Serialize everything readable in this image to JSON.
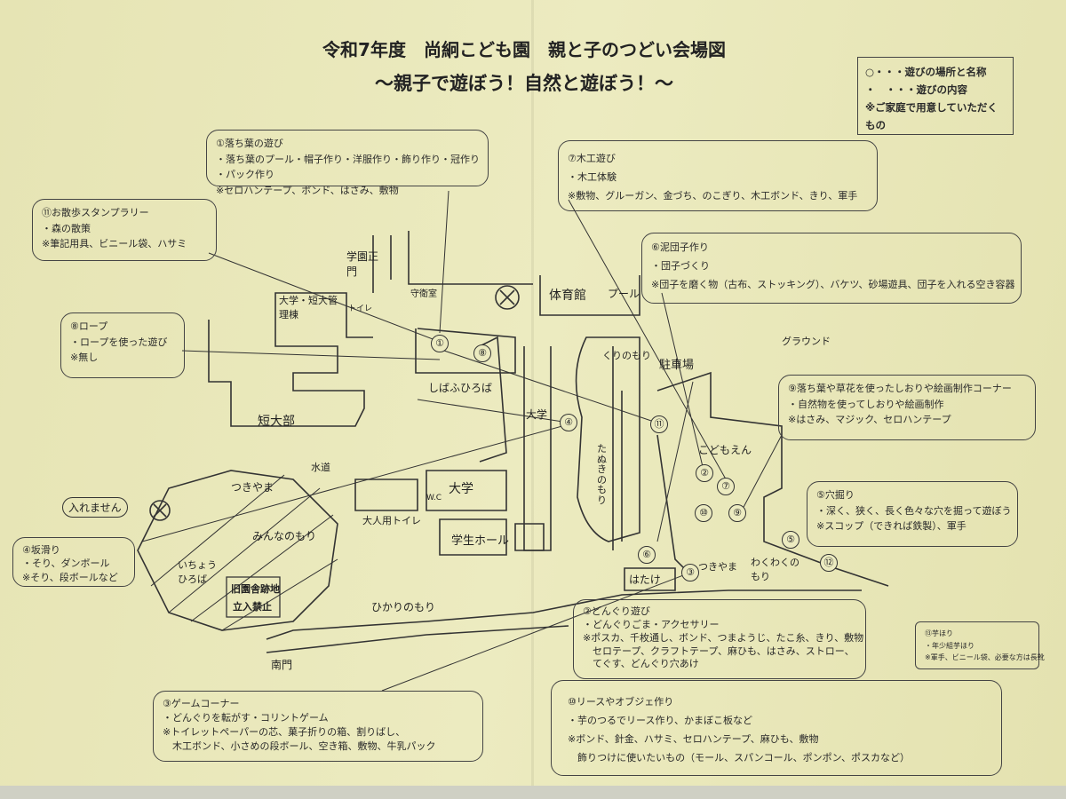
{
  "title": "令和7年度　尚絅こども園　親と子のつどい会場図",
  "subtitle": "～親子で遊ぼう！自然と遊ぼう！～",
  "legend": [
    "○・・・遊びの場所と名称",
    "・　・・・遊びの内容",
    "※ご家庭で用意していただくもの"
  ],
  "boxes": {
    "b1": [
      "①落ち葉の遊び",
      "・落ち葉のプール・帽子作り・洋服作り・飾り作り・冠作り",
      "・パック作り",
      "※セロハンテープ、ボンド、はさみ、敷物"
    ],
    "b7": [
      "⑦木工遊び",
      "・木工体験",
      "※敷物、グルーガン、金づち、のこぎり、木工ボンド、きり、軍手"
    ],
    "b11": [
      "⑪お散歩スタンプラリー",
      "・森の散策",
      "※筆記用具、ビニール袋、ハサミ"
    ],
    "b6": [
      "⑥泥団子作り",
      "・団子づくり",
      "※団子を磨く物（古布、ストッキング）、バケツ、砂場遊具、団子を入れる空き容器"
    ],
    "b8": [
      "⑧ロープ",
      "・ロープを使った遊び",
      "※無し"
    ],
    "b9": [
      "⑨落ち葉や草花を使ったしおりや絵画制作コーナー",
      "・自然物を使ってしおりや絵画制作",
      "※はさみ、マジック、セロハンテープ"
    ],
    "b5": [
      "⑤穴掘り",
      "・深く、狭く、長く色々な穴を掘って遊ぼう",
      "※スコップ（できれば鉄製）、軍手"
    ],
    "b4": [
      "④坂滑り",
      "・そり、ダンボール",
      "※そり、段ボールなど"
    ],
    "b2": [
      "②どんぐり遊び",
      "・どんぐりごま・アクセサリー",
      "※ポスカ、千枚通し、ボンド、つまようじ、たこ糸、きり、敷物",
      "　セロテープ、クラフトテープ、麻ひも、はさみ、ストロー、",
      "　てぐす、どんぐり穴あけ"
    ],
    "b13": [
      "⑬芋ほり",
      "・年少組芋ほり",
      "※軍手、ビニール袋、必要な方は長靴"
    ],
    "b3": [
      "③ゲームコーナー",
      "・どんぐりを転がす・コリントゲーム",
      "※トイレットペーパーの芯、菓子折りの箱、割りばし、",
      "　木工ボンド、小さめの段ボール、空き箱、敷物、牛乳パック"
    ],
    "b10": [
      "⑩リースやオブジェ作り",
      "・芋のつるでリース作り、かまぼこ板など",
      "※ボンド、針金、ハサミ、セロハンテープ、麻ひも、敷物",
      "　飾りつけに使いたいもの（モール、スパンコール、ポンポン、ポスカなど）"
    ]
  },
  "places": {
    "gate": "学園正門",
    "guard": "守衛室",
    "admin": "大学・短大管理棟",
    "toilet": "トイレ",
    "gym": "体育館",
    "pool": "プール",
    "kuri": "くりのもり",
    "parking": "駐車場",
    "ground": "グラウンド",
    "shiba": "しばふひろば",
    "univ1": "大学",
    "tandai": "短大部",
    "water": "水道",
    "tsukiyama1": "つきやま",
    "minna": "みんなのもり",
    "icho": "いちょうひろば",
    "old": "旧園舎跡地",
    "noentry": "立入禁止",
    "adult_wc": "大人用トイレ",
    "wc": "W.C",
    "univ2": "大学",
    "hall": "学生ホール",
    "hikari": "ひかりのもり",
    "tanuki": "たぬきのもり",
    "kodomo": "こどもえん",
    "hatake": "はたけ",
    "tsukiyama2": "つきやま",
    "wakuwaku": "わくわくのもり",
    "south": "南門",
    "cannot": "入れません"
  },
  "markers": [
    "①",
    "②",
    "③",
    "④",
    "⑤",
    "⑥",
    "⑦",
    "⑧",
    "⑨",
    "⑩",
    "⑪",
    "⑫"
  ]
}
